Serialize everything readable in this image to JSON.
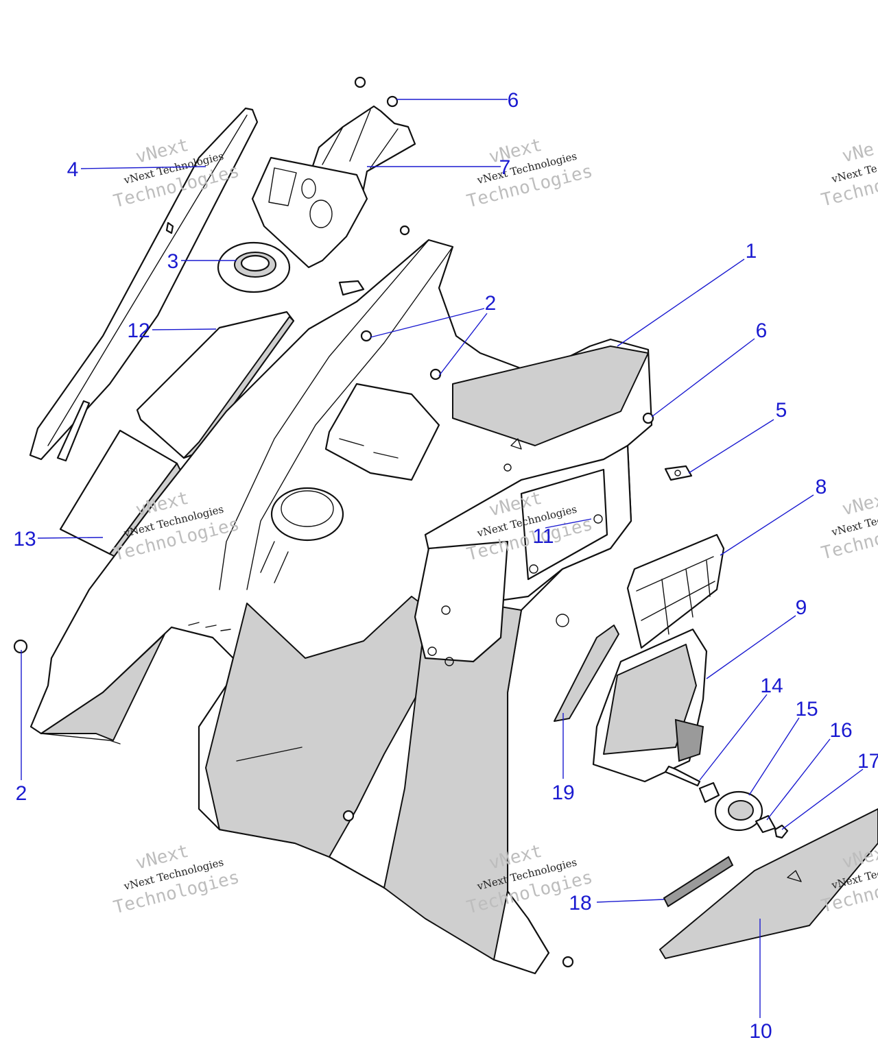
{
  "callouts": [
    {
      "label": "1",
      "color": "#1a1ad0"
    },
    {
      "label": "2",
      "color": "#1a1ad0"
    },
    {
      "label": "2",
      "color": "#1a1ad0"
    },
    {
      "label": "3",
      "color": "#1a1ad0"
    },
    {
      "label": "4",
      "color": "#1a1ad0"
    },
    {
      "label": "5",
      "color": "#1a1ad0"
    },
    {
      "label": "6",
      "color": "#1a1ad0"
    },
    {
      "label": "6",
      "color": "#1a1ad0"
    },
    {
      "label": "7",
      "color": "#1a1ad0"
    },
    {
      "label": "8",
      "color": "#1a1ad0"
    },
    {
      "label": "9",
      "color": "#1a1ad0"
    },
    {
      "label": "10",
      "color": "#1a1ad0"
    },
    {
      "label": "11",
      "color": "#1a1ad0"
    },
    {
      "label": "12",
      "color": "#1a1ad0"
    },
    {
      "label": "13",
      "color": "#1a1ad0"
    },
    {
      "label": "14",
      "color": "#1a1ad0"
    },
    {
      "label": "15",
      "color": "#1a1ad0"
    },
    {
      "label": "16",
      "color": "#1a1ad0"
    },
    {
      "label": "17",
      "color": "#1a1ad0"
    },
    {
      "label": "18",
      "color": "#1a1ad0"
    },
    {
      "label": "19",
      "color": "#1a1ad0"
    }
  ],
  "watermark": {
    "line1": "vNext",
    "line2": "vNext Technologies",
    "line3": "Technologies"
  }
}
